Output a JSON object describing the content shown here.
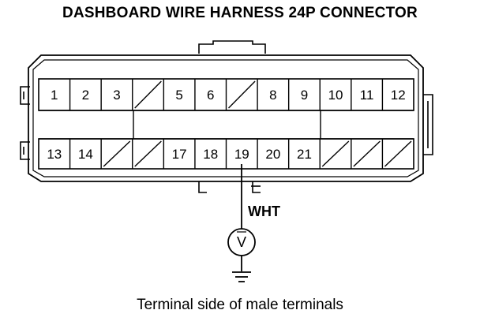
{
  "title": "DASHBOARD WIRE HARNESS 24P CONNECTOR",
  "caption": "Terminal side of male terminals",
  "wire_color": "WHT",
  "meter_symbol": "V",
  "connector": {
    "top_row": [
      "1",
      "2",
      "3",
      "",
      "5",
      "6",
      "",
      "8",
      "9",
      "10",
      "11",
      "12"
    ],
    "bottom_row": [
      "13",
      "14",
      "",
      "",
      "17",
      "18",
      "19",
      "20",
      "21",
      "",
      "",
      ""
    ]
  },
  "probe_terminal": "19",
  "icons": [
    "voltmeter-icon",
    "ground-icon",
    "diagonal-slash-icon"
  ]
}
